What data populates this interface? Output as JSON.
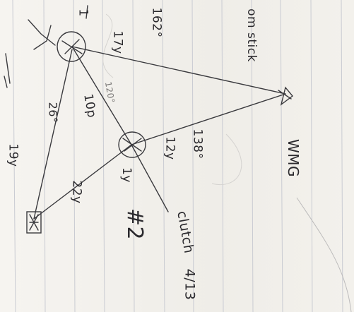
{
  "photo": {
    "colors": {
      "paper": "#f4f2ee",
      "rule": "#c9cbd2",
      "ink": "#2b2a2e",
      "faint_ink": "#8b8a8c"
    },
    "labels": {
      "one": "1",
      "deg_top": "162°",
      "dist_17y": "17y",
      "room_stick": "om stick",
      "dist_10p": "10p",
      "deg_120": "120°",
      "dist_26": "26°",
      "dist_19y": "19y",
      "deg_138": "138°",
      "dist_12y": "12y",
      "wmg": "WMG",
      "one_y": "1y",
      "hash_two": "#2",
      "dist_22y": "22y",
      "clutch": "clutch",
      "date": "4/13"
    }
  }
}
